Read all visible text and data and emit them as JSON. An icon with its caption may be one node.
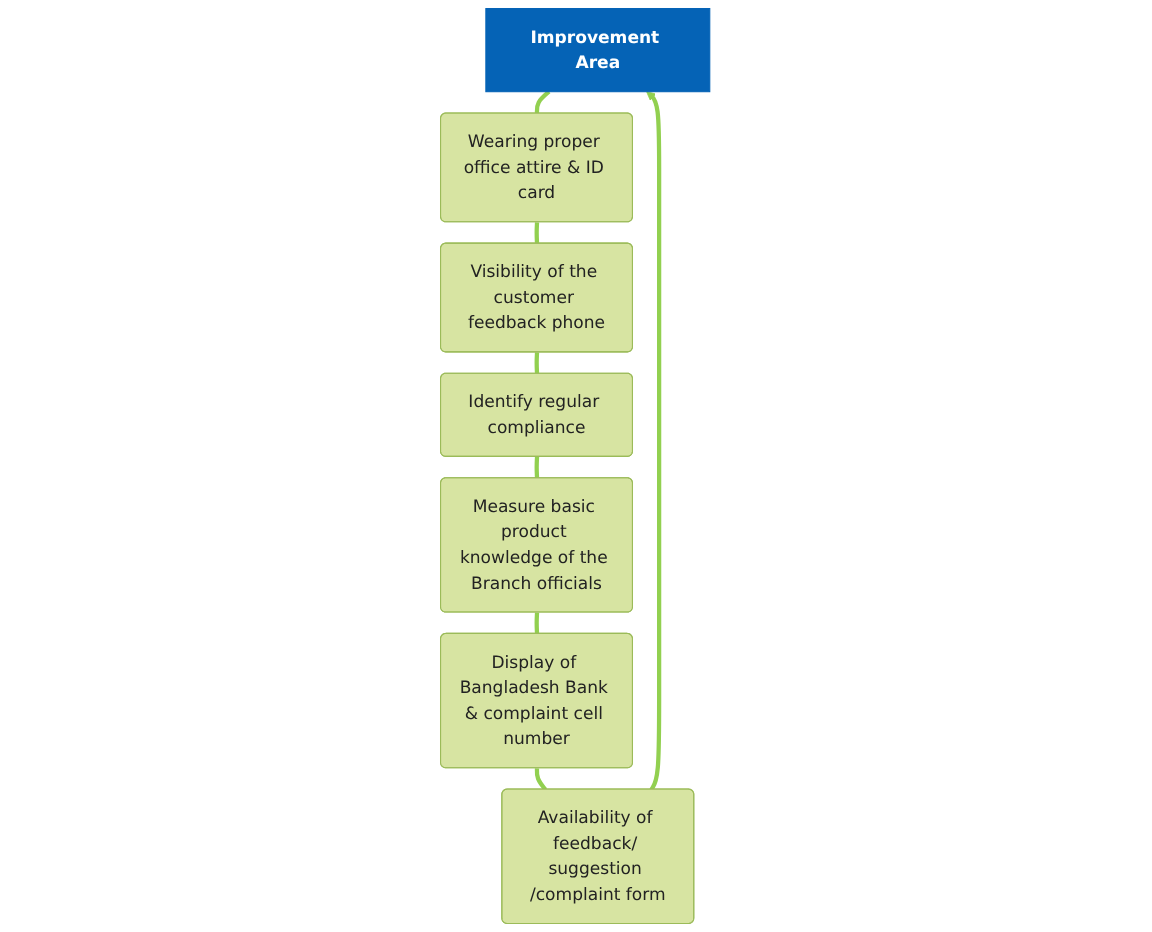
{
  "diagram": {
    "nodes": [
      {
        "text": [
          "Improvement Area"
        ]
      },
      {
        "text": [
          "Wearing proper office attire & ID card"
        ]
      },
      {
        "text": [
          "Visibility of the customer feedback phone"
        ]
      },
      {
        "text": [
          "Identify regular compliance"
        ]
      },
      {
        "text": [
          "Measure basic product knowledge of the Branch officials"
        ]
      },
      {
        "text": [
          "Display of Bangladesh Bank & complaint cell number"
        ]
      },
      {
        "text": [
          "Availability of feedback/ suggestion /complaint form"
        ]
      }
    ],
    "edges": [
      {
        "from": 0,
        "to": 1,
        "arrow": "none"
      },
      {
        "from": 1,
        "to": 2,
        "arrow": "none"
      },
      {
        "from": 2,
        "to": 3,
        "arrow": "none"
      },
      {
        "from": 3,
        "to": 4,
        "arrow": "none"
      },
      {
        "from": 4,
        "to": 5,
        "arrow": "none"
      },
      {
        "from": 5,
        "to": 6,
        "arrow": "none"
      },
      {
        "from": 6,
        "to": 0,
        "arrow": "to"
      }
    ]
  }
}
